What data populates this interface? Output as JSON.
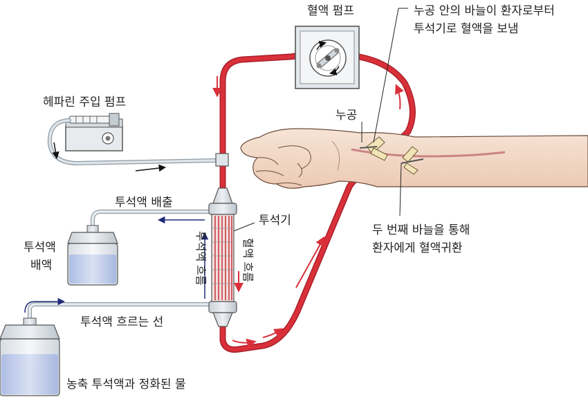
{
  "labels": {
    "blood_pump": "혈액 펌프",
    "needle_note_line1": "누공 안의 바늘이 환자로부터",
    "needle_note_line2": "투석기로 혈액을 보냄",
    "heparin_pump": "헤파린 주입 펌프",
    "fistula": "누공",
    "dialysate_drain": "투석액 배출",
    "dialyzer": "투석기",
    "dialysate_flow": "투석액 흐름",
    "blood_flow": "혈액 흐름",
    "used_dialysate_line1": "투석액",
    "used_dialysate_line2": "배액",
    "second_needle_line1": "두 번째 바늘을 통해",
    "second_needle_line2": "환자에게 혈액귀환",
    "dialysate_line": "투석액 흐르는 선",
    "fresh_supply": "농축 투석액과 정화된 물"
  },
  "colors": {
    "blood": "#d9303a",
    "blood_dark": "#a8202a",
    "dialysate_arrow": "#1e2a78",
    "tube": "#b9c6cf",
    "skin": "#f3dccb",
    "fluid": "#c9d4ee"
  }
}
